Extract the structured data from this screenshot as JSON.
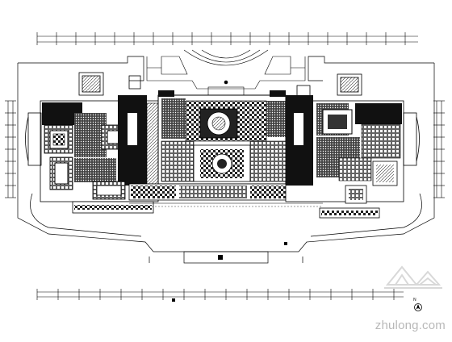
{
  "drawing": {
    "type": "architectural-floor-plan",
    "line_color": "#000000",
    "background": "#ffffff",
    "fill_dark": "#111111",
    "fill_hatch": "#555555"
  },
  "north_marker": {
    "label": "N",
    "icon": "north-arrow-icon"
  },
  "watermark": {
    "text": "zhulong.com",
    "icon": "zhulong-logo-icon",
    "color": "#b8b8b8"
  }
}
